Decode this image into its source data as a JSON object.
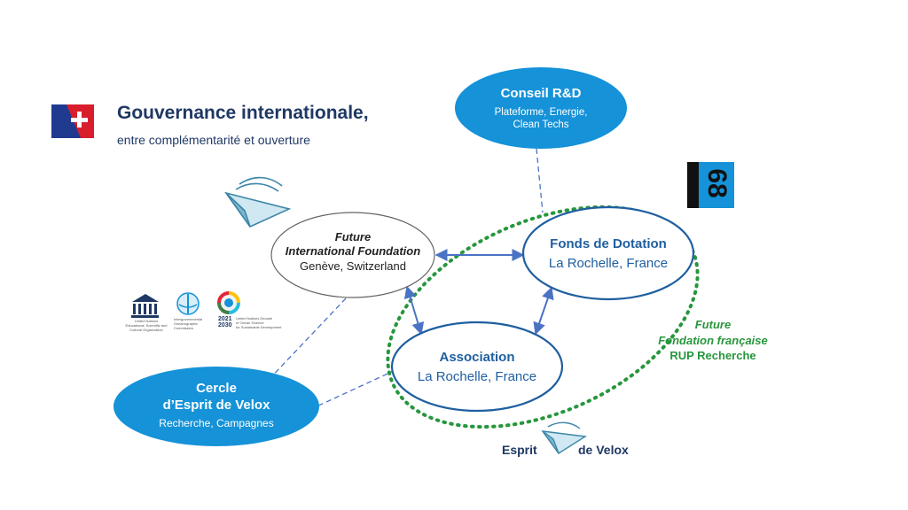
{
  "header": {
    "title": "Gouvernance internationale,",
    "subtitle": "entre complémentarité et ouverture"
  },
  "nodes": {
    "conseil": {
      "title": "Conseil R&D",
      "line1": "Plateforme, Energie,",
      "line2": "Clean Techs"
    },
    "future_intl": {
      "line1": "Future",
      "line2": "International Foundation",
      "line3": "Genève, Switzerland"
    },
    "fonds": {
      "title": "Fonds de Dotation",
      "line1": "La Rochelle, France"
    },
    "association": {
      "title": "Association",
      "line1": "La Rochelle, France"
    },
    "cercle": {
      "title1": "Cercle",
      "title2": "d’Esprit de Velox",
      "line1": "Recherche, Campagnes"
    }
  },
  "side_note": {
    "line1": "Future",
    "line2": "Fondation française",
    "line3": "RUP Recherche"
  },
  "logos": {
    "unesco_caption": [
      "United Nations",
      "Educational, Scientific and",
      "Cultural Organization"
    ],
    "ioc_caption": [
      "Intergovernmental",
      "Oceanographic",
      "Commission"
    ],
    "decade_years": [
      "2021",
      "2030"
    ],
    "decade_caption": [
      "United Nations Decade",
      "of Ocean Science",
      "for Sustainable Development"
    ],
    "esprit_left": "Esprit",
    "esprit_right": "de Velox",
    "badge_text": "68"
  },
  "colors": {
    "blue_fill": "#1592d8",
    "dark_blue": "#1f5fa0",
    "navy": "#1f3864",
    "green": "#27963c",
    "arrow": "#4a73c4"
  }
}
